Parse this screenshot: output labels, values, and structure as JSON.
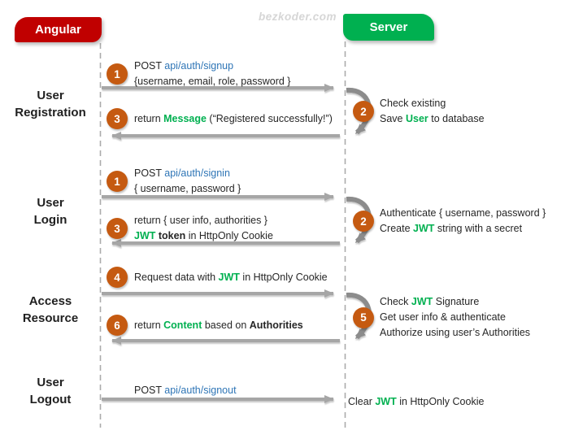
{
  "watermark": "bezkoder.com",
  "actors": {
    "client": {
      "label": "Angular"
    },
    "server": {
      "label": "Server"
    }
  },
  "colors": {
    "brand_red": "#c00000",
    "brand_green": "#00b050",
    "link_blue": "#2e75b6",
    "badge_orange": "#c55a11",
    "arrow_gray": "#a6a6a6",
    "loop_gray": "#8c8c8c",
    "lifeline_gray": "#ababab",
    "watermark_gray": "#d6d6d6",
    "text_dark": "#262626"
  },
  "sections": [
    {
      "id": "registration",
      "lines": [
        "User",
        "Registration"
      ]
    },
    {
      "id": "login",
      "lines": [
        "User",
        "Login"
      ]
    },
    {
      "id": "access",
      "lines": [
        "Access",
        "Resource"
      ]
    },
    {
      "id": "logout",
      "lines": [
        "User",
        "Logout"
      ]
    }
  ],
  "client_messages": [
    {
      "badge": "1",
      "lines": [
        [
          {
            "t": "POST "
          },
          {
            "t": "api/auth/signup",
            "s": "link"
          }
        ],
        [
          {
            "t": "{username, email, role, password }"
          }
        ]
      ]
    },
    {
      "badge": "3",
      "lines": [
        [
          {
            "t": "return "
          },
          {
            "t": "Message",
            "s": "green"
          },
          {
            "t": " (“Registered successfully!”)"
          }
        ]
      ]
    },
    {
      "badge": "1",
      "lines": [
        [
          {
            "t": "POST "
          },
          {
            "t": "api/auth/signin",
            "s": "link"
          }
        ],
        [
          {
            "t": "{ username, password }"
          }
        ]
      ]
    },
    {
      "badge": "3",
      "lines": [
        [
          {
            "t": "return { user info, authorities }"
          }
        ],
        [
          {
            "t": "JWT",
            "s": "green"
          },
          {
            "t": " "
          },
          {
            "t": "token",
            "s": "bold"
          },
          {
            "t": " in HttpOnly Cookie"
          }
        ]
      ]
    },
    {
      "badge": "4",
      "lines": [
        [
          {
            "t": "Request data with "
          },
          {
            "t": "JWT",
            "s": "green"
          },
          {
            "t": " in HttpOnly Cookie"
          }
        ]
      ]
    },
    {
      "badge": "6",
      "lines": [
        [
          {
            "t": "return "
          },
          {
            "t": "Content",
            "s": "green"
          },
          {
            "t": " based on "
          },
          {
            "t": "Authorities",
            "s": "bold"
          }
        ]
      ]
    },
    {
      "badge": null,
      "lines": [
        [
          {
            "t": "POST "
          },
          {
            "t": "api/auth/signout",
            "s": "link"
          }
        ]
      ]
    }
  ],
  "server_notes": [
    {
      "badge": "2",
      "lines": [
        [
          {
            "t": "Check existing"
          }
        ],
        [
          {
            "t": "Save "
          },
          {
            "t": "User",
            "s": "green"
          },
          {
            "t": " to database"
          }
        ]
      ]
    },
    {
      "badge": "2",
      "lines": [
        [
          {
            "t": "Authenticate { username, password }"
          }
        ],
        [
          {
            "t": "Create "
          },
          {
            "t": "JWT",
            "s": "green"
          },
          {
            "t": " string with a secret"
          }
        ]
      ]
    },
    {
      "badge": "5",
      "lines": [
        [
          {
            "t": "Check "
          },
          {
            "t": "JWT",
            "s": "green"
          },
          {
            "t": " Signature"
          }
        ],
        [
          {
            "t": "Get user info & authenticate"
          }
        ],
        [
          {
            "t": "Authorize using user’s Authorities"
          }
        ]
      ]
    },
    {
      "badge": null,
      "lines": [
        [
          {
            "t": "Clear "
          },
          {
            "t": "JWT",
            "s": "green"
          },
          {
            "t": " in HttpOnly Cookie"
          }
        ]
      ]
    }
  ]
}
